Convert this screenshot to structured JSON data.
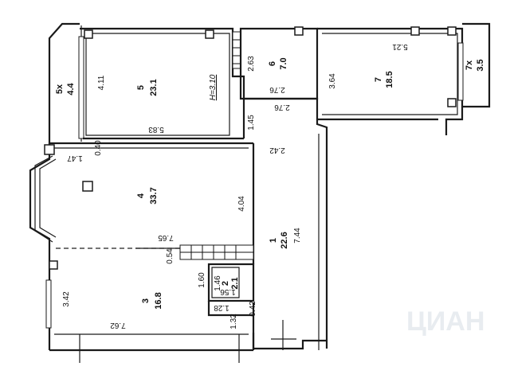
{
  "plan": {
    "ceiling_height": "H=3.10",
    "rooms": [
      {
        "number": "5",
        "area": "23.1"
      },
      {
        "number": "6",
        "area": "7.0"
      },
      {
        "number": "7",
        "area": "18.5"
      },
      {
        "number": "5x",
        "area": "4.4"
      },
      {
        "number": "7x",
        "area": "3.5"
      },
      {
        "number": "4",
        "area": "33.7"
      },
      {
        "number": "1",
        "area": "22.6"
      },
      {
        "number": "2",
        "area": "2.1"
      },
      {
        "number": "3",
        "area": "16.8"
      }
    ],
    "dimensions": [
      "4.11",
      "5.83",
      "2.63",
      "2.76",
      "2.76",
      "5.21",
      "3.64",
      "1.45",
      "2.42",
      "1.47",
      "0.40",
      "4.04",
      "7.65",
      "0.54",
      "7.44",
      "1.46",
      "1.60",
      "1.56",
      "3.42",
      "1.28",
      "0.42",
      "1.32",
      "7.62"
    ],
    "watermark": "ЦИАН"
  }
}
